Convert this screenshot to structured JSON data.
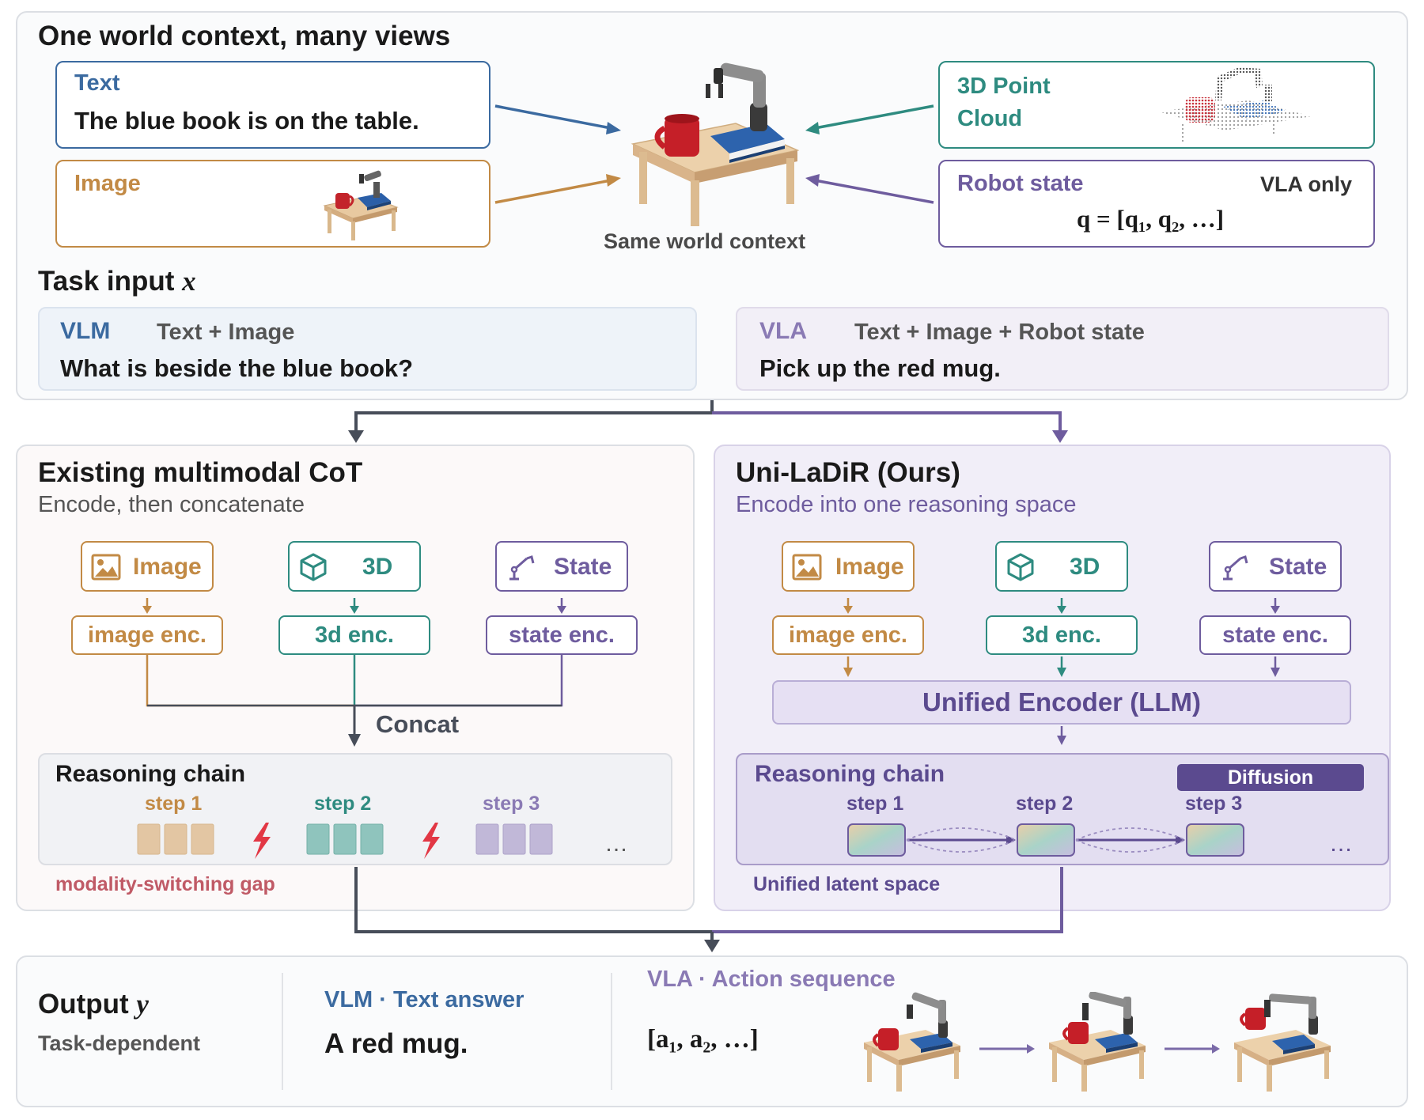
{
  "top": {
    "title": "One world context, many views",
    "text_card": {
      "label": "Text",
      "content": "The blue book is on the table."
    },
    "image_card": {
      "label": "Image"
    },
    "point_cloud_card": {
      "label_line1": "3D Point",
      "label_line2": "Cloud"
    },
    "robot_state_card": {
      "label": "Robot state",
      "badge": "VLA only",
      "formula": "q = [q₁, q₂, …]"
    },
    "center_caption": "Same world context",
    "task_title": "Task input",
    "task_var": "x",
    "vlm_task": {
      "tag": "VLM",
      "modalities": "Text + Image",
      "question": "What is beside the blue book?"
    },
    "vla_task": {
      "tag": "VLA",
      "modalities": "Text + Image + Robot state",
      "question": "Pick up the red mug."
    }
  },
  "left": {
    "title": "Existing multimodal CoT",
    "subtitle": "Encode, then concatenate",
    "modalities": [
      "Image",
      "3D",
      "State"
    ],
    "encoders": [
      "image enc.",
      "3d enc.",
      "state enc."
    ],
    "concat_label": "Concat",
    "chain_title": "Reasoning chain",
    "steps": [
      "step 1",
      "step 2",
      "step 3"
    ],
    "ellipsis": "…",
    "gap_label": "modality-switching gap"
  },
  "right": {
    "title": "Uni-LaDiR (Ours)",
    "subtitle": "Encode into one reasoning space",
    "modalities": [
      "Image",
      "3D",
      "State"
    ],
    "encoders": [
      "image enc.",
      "3d enc.",
      "state enc."
    ],
    "unified_encoder": "Unified Encoder (LLM)",
    "chain_title": "Reasoning chain",
    "diffusion_badge": "Diffusion",
    "steps": [
      "step 1",
      "step 2",
      "step 3"
    ],
    "ellipsis": "…",
    "latent_label": "Unified latent space"
  },
  "output": {
    "title": "Output",
    "var": "y",
    "subtitle": "Task-dependent",
    "vlm_label": "VLM · Text answer",
    "vlm_answer": "A red mug.",
    "vla_label": "VLA · Action sequence",
    "vla_sequence": "[a₁, a₂, …]"
  },
  "colors": {
    "blue": "#3b6aa0",
    "orange": "#c28a45",
    "teal": "#2e8b80",
    "purple": "#6e5c9e",
    "dark": "#474d59",
    "red": "#e23744",
    "gap_text": "#c05a66"
  },
  "icons": [
    "image-icon",
    "cube-icon",
    "robot-arm-icon",
    "lightning-icon",
    "robot-scene-icon",
    "point-cloud-icon"
  ]
}
